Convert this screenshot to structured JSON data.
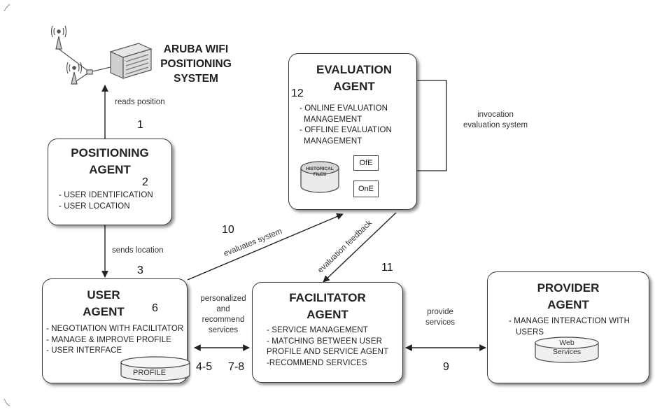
{
  "aruba": {
    "title": [
      "ARUBA WIFI",
      "POSITIONING",
      "SYSTEM"
    ]
  },
  "positioning": {
    "title": [
      "POSITIONING",
      "AGENT"
    ],
    "items": [
      "- USER IDENTIFICATION",
      "- USER LOCATION"
    ]
  },
  "evaluation": {
    "title": [
      "EVALUATION",
      "AGENT"
    ],
    "items": [
      "- ONLINE EVALUATION",
      "MANAGEMENT",
      "- OFFLINE EVALUATION",
      "MANAGEMENT"
    ],
    "historical": [
      "HISTORICAL",
      "FILES"
    ],
    "ofe": "OfE",
    "one": "OnE"
  },
  "user": {
    "title": [
      "USER",
      "AGENT"
    ],
    "items": [
      "- NEGOTIATION WITH FACILITATOR",
      "- MANAGE & IMPROVE PROFILE",
      "- USER INTERFACE"
    ],
    "profile": "PROFILE"
  },
  "facilitator": {
    "title": [
      "FACILITATOR",
      "AGENT"
    ],
    "items": [
      "- SERVICE MANAGEMENT",
      "- MATCHING BETWEEN USER",
      "PROFILE AND SERVICE AGENT",
      "-RECOMMEND SERVICES"
    ]
  },
  "provider": {
    "title": [
      "PROVIDER",
      "AGENT"
    ],
    "items": [
      "- MANAGE INTERACTION WITH",
      "USERS"
    ],
    "web": [
      "Web",
      "Services"
    ]
  },
  "labels": {
    "reads_position": "reads position",
    "sends_location": "sends location",
    "evaluates_system": "evaluates system",
    "evaluation_feedback": "evaluation feedback",
    "invocation": [
      "invocation",
      "evaluation system"
    ],
    "personalized": [
      "personalized",
      "and",
      "recommend",
      "services"
    ],
    "provide": [
      "provide",
      "services"
    ]
  },
  "numbers": {
    "n1": "1",
    "n2": "2",
    "n3": "3",
    "n45": "4-5",
    "n6": "6",
    "n78": "7-8",
    "n9": "9",
    "n10": "10",
    "n11": "11",
    "n12": "12"
  }
}
